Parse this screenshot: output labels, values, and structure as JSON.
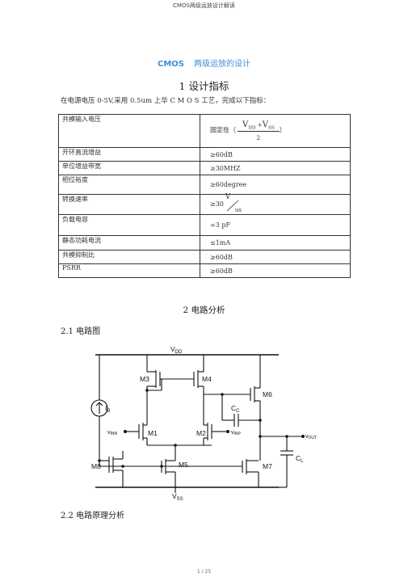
{
  "running_header": "CMOS两级运放设计解读",
  "title_latin": "CMOS",
  "title_cn": "两级运放的设计",
  "section1_heading": "1 设计指标",
  "intro": "在电源电压 0-5V,采用 0.5um 上华 C M O S 工艺，完成以下指标：",
  "specs": {
    "r1": {
      "name": "共模输入电压",
      "prefix": "固定在（",
      "v1": "V",
      "s1": "DD",
      "plus": "+",
      "v2": "V",
      "s2": "SS",
      "suffix": "）",
      "den": "2"
    },
    "r2": {
      "name": "开环直流增益",
      "value": "≥60dB"
    },
    "r3": {
      "name": "单位增益带宽",
      "value": "≥30MHZ"
    },
    "r4": {
      "name": "相位裕度",
      "value": "≥60degree"
    },
    "r5": {
      "name": "转换速率",
      "prefix": "≥30",
      "num": "V",
      "den": "us"
    },
    "r6": {
      "name": "负载电容",
      "value": "=3 pF"
    },
    "r7": {
      "name": "静态功耗电流",
      "value": "≤1mA"
    },
    "r8": {
      "name": "共模抑制比",
      "value": "≥60dB"
    },
    "r9": {
      "name": "PSRR",
      "value": "≥60dB"
    }
  },
  "section2_heading": "2 电路分析",
  "sub21": "2.1 电路图",
  "sub22": "2.2 电路原理分析",
  "circuit": {
    "vdd": "V",
    "vdd_sub": "DD",
    "vss": "V",
    "vss_sub": "SS",
    "m1": "M1",
    "m2": "M2",
    "m3": "M3",
    "m4": "M4",
    "m5": "M5",
    "m6": "M6",
    "m7": "M7",
    "m8": "M8",
    "ib": "I",
    "ib_sub": "B",
    "cc": "C",
    "cc_sub": "C",
    "cl": "C",
    "cl_sub": "L",
    "vinn": "v",
    "vinn_sub": "INN",
    "vinp": "v",
    "vinp_sub": "INP",
    "vout": "v",
    "vout_sub": "OUT"
  },
  "page_number": "1 / 25"
}
